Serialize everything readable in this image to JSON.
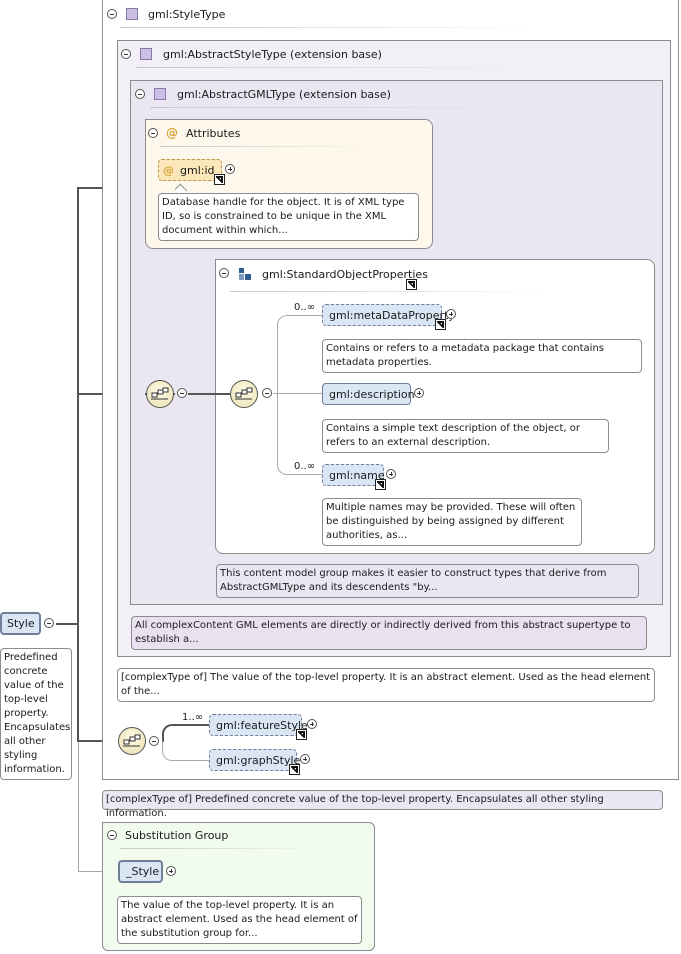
{
  "root": {
    "element": "Style",
    "doc": "Predefined concrete value of the top-level property. Encapsulates all other styling information."
  },
  "styletype": {
    "title": "gml:StyleType",
    "doc": "[complexType of] Predefined concrete value of the top-level property. Encapsulates all other styling information."
  },
  "abstractstyle": {
    "title": "gml:AbstractStyleType (extension base)",
    "doc": "[complexType of] The value of the top-level property. It is an abstract element. Used as the head element of the..."
  },
  "abstractgml": {
    "title": "gml:AbstractGMLType (extension base)",
    "doc": "All complexContent GML elements are directly or indirectly derived from this abstract supertype to establish a..."
  },
  "attributes": {
    "title": "Attributes",
    "id_name": "gml:id",
    "id_doc": "Database handle for the object. It is of XML type ID, so is constrained to be unique in the XML document within which..."
  },
  "standard": {
    "title": "gml:StandardObjectProperties",
    "doc": "This content model group makes it easier to construct types that derive from AbstractGMLType and its descendents \"by...",
    "items": [
      {
        "name": "gml:metaDataProperty",
        "occurs": "0..∞",
        "doc": "Contains or refers to a metadata package that contains metadata properties."
      },
      {
        "name": "gml:description",
        "occurs": "",
        "doc": "Contains a simple text description of the object, or refers to an external description."
      },
      {
        "name": "gml:name",
        "occurs": "0..∞",
        "doc": "Multiple names may be provided. These will often be distinguished by being assigned by different authorities, as..."
      }
    ]
  },
  "styleseq": {
    "items": [
      {
        "name": "gml:featureStyle",
        "occurs": "1..∞"
      },
      {
        "name": "gml:graphStyle",
        "occurs": ""
      }
    ]
  },
  "subst": {
    "title": "Substitution Group",
    "element": "_Style",
    "doc": "The value of the top-level property. It is an abstract element. Used as the head element of the substitution group for..."
  },
  "icons": {
    "collapse": "minus-circle-icon",
    "expand": "plus-circle-icon",
    "reference": "reference-arrow-icon",
    "sequence": "sequence-compositor-icon",
    "type": "complex-type-icon",
    "attribute": "attribute-at-icon",
    "group": "model-group-icon"
  },
  "colors": {
    "element_fill": "#dbe6f5",
    "attribute_fill": "#fbe7b9",
    "type_frame_fill": "#f2eff7",
    "substitution_fill": "#f1fbee"
  }
}
